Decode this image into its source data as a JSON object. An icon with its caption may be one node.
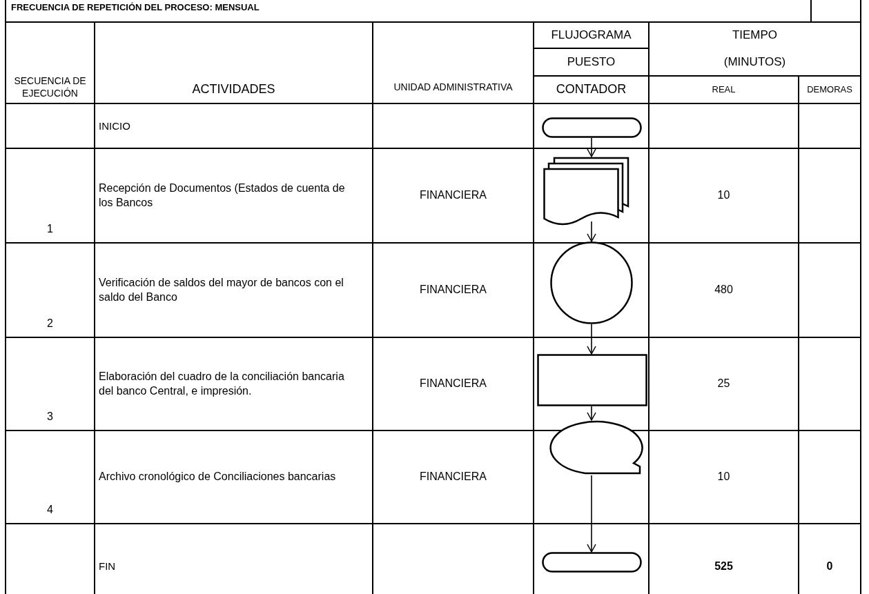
{
  "diagram": {
    "nodes": [
      {
        "text": [],
        "shape": "stadium"
      },
      {
        "text": [],
        "shape": "documents"
      },
      {
        "text": [],
        "shape": "circle"
      },
      {
        "text": [],
        "shape": "box"
      },
      {
        "text": [],
        "shape": "storage"
      },
      {
        "text": [],
        "shape": "stadium"
      }
    ],
    "edges": [
      {
        "from": 0,
        "to": 1,
        "arrow": "to"
      },
      {
        "from": 1,
        "to": 2,
        "arrow": "to"
      },
      {
        "from": 2,
        "to": 3,
        "arrow": "to"
      },
      {
        "from": 3,
        "to": 4,
        "arrow": "to"
      },
      {
        "from": 4,
        "to": 5,
        "arrow": "to"
      }
    ],
    "labels": [
      "FRECUENCIA DE REPETICIÓN DEL PROCESO: MENSUAL",
      "FLUJOGRAMA",
      "TIEMPO",
      "PUESTO",
      "(MINUTOS)",
      "SECUENCIA DE EJECUCIÓN",
      "ACTIVIDADES",
      "UNIDAD ADMINISTRATIVA",
      "CONTADOR",
      "REAL",
      "DEMORAS",
      "INICIO",
      "Recepción de Documentos (Estados de cuenta de los Bancos",
      "FINANCIERA",
      "10",
      "1",
      "Verificación de saldos del mayor de bancos con el saldo del Banco",
      "FINANCIERA",
      "480",
      "2",
      "Elaboración del cuadro de la conciliación bancaria del banco Central, e impresión.",
      "FINANCIERA",
      "25",
      "3",
      "Archivo cronológico de Conciliaciones bancarias",
      "FINANCIERA",
      "10",
      "4",
      "FIN",
      "525",
      "0"
    ]
  }
}
